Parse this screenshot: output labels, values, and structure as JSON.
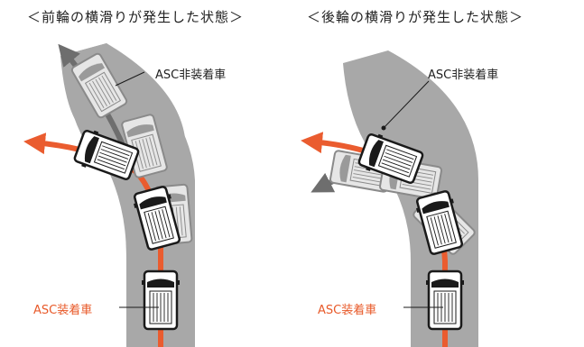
{
  "left_panel": {
    "title": "＜前輪の横滑りが発生した状態＞",
    "label_without": "ASC非装着車",
    "label_with": "ASC装着車"
  },
  "right_panel": {
    "title": "＜後輪の横滑りが発生した状態＞",
    "label_without": "ASC非装着車",
    "label_with": "ASC装着車"
  },
  "colors": {
    "road": "#a8a8a8",
    "asc_path": "#ea5c2f",
    "non_asc_path": "#6e6e6e",
    "car_body": "#ffffff",
    "car_outline": "#1a1a1a",
    "ghost_outline": "#8a8a8a"
  }
}
